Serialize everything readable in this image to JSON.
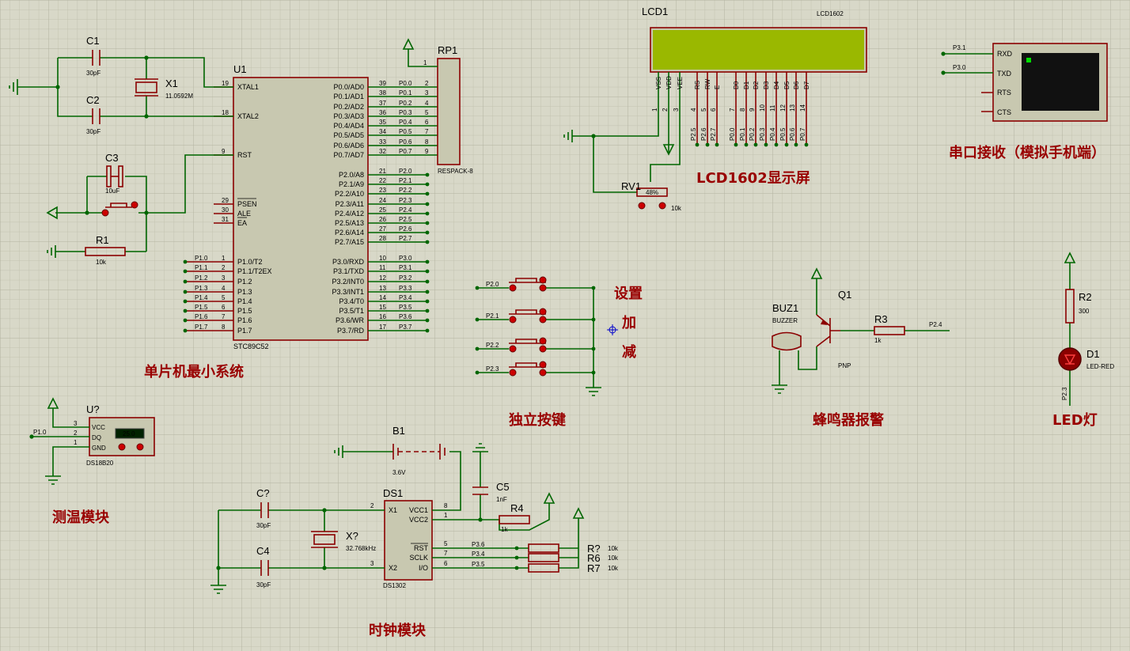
{
  "sections": {
    "mcu": "单片机最小系统",
    "lcd": "LCD1602显示屏",
    "serial": "串口接收（模拟手机端）",
    "keys": "独立按键",
    "buzzer": "蜂鸣器报警",
    "led": "LED灯",
    "temp": "测温模块",
    "clock": "时钟模块",
    "key_set": "设置",
    "key_add": "加",
    "key_sub": "减"
  },
  "u1": {
    "ref": "U1",
    "part": "STC89C52",
    "left_pins": [
      {
        "num": "19",
        "name": "XTAL1"
      },
      {
        "num": "18",
        "name": "XTAL2"
      },
      {
        "num": "9",
        "name": "RST"
      },
      {
        "num": "29",
        "name": "PSEN"
      },
      {
        "num": "30",
        "name": "ALE"
      },
      {
        "num": "31",
        "name": "EA"
      },
      {
        "num": "1",
        "name": "P1.0/T2",
        "net": "P1.0"
      },
      {
        "num": "2",
        "name": "P1.1/T2EX",
        "net": "P1.1"
      },
      {
        "num": "3",
        "name": "P1.2",
        "net": "P1.2"
      },
      {
        "num": "4",
        "name": "P1.3",
        "net": "P1.3"
      },
      {
        "num": "5",
        "name": "P1.4",
        "net": "P1.4"
      },
      {
        "num": "6",
        "name": "P1.5",
        "net": "P1.5"
      },
      {
        "num": "7",
        "name": "P1.6",
        "net": "P1.6"
      },
      {
        "num": "8",
        "name": "P1.7",
        "net": "P1.7"
      }
    ],
    "right_pins": [
      {
        "num": "39",
        "name": "P0.0/AD0",
        "net": "P0.0"
      },
      {
        "num": "38",
        "name": "P0.1/AD1",
        "net": "P0.1"
      },
      {
        "num": "37",
        "name": "P0.2/AD2",
        "net": "P0.2"
      },
      {
        "num": "36",
        "name": "P0.3/AD3",
        "net": "P0.3"
      },
      {
        "num": "35",
        "name": "P0.4/AD4",
        "net": "P0.4"
      },
      {
        "num": "34",
        "name": "P0.5/AD5",
        "net": "P0.5"
      },
      {
        "num": "33",
        "name": "P0.6/AD6",
        "net": "P0.6"
      },
      {
        "num": "32",
        "name": "P0.7/AD7",
        "net": "P0.7"
      },
      {
        "num": "21",
        "name": "P2.0/A8",
        "net": "P2.0"
      },
      {
        "num": "22",
        "name": "P2.1/A9",
        "net": "P2.1"
      },
      {
        "num": "23",
        "name": "P2.2/A10",
        "net": "P2.2"
      },
      {
        "num": "24",
        "name": "P2.3/A11",
        "net": "P2.3"
      },
      {
        "num": "25",
        "name": "P2.4/A12",
        "net": "P2.4"
      },
      {
        "num": "26",
        "name": "P2.5/A13",
        "net": "P2.5"
      },
      {
        "num": "27",
        "name": "P2.6/A14",
        "net": "P2.6"
      },
      {
        "num": "28",
        "name": "P2.7/A15",
        "net": "P2.7"
      },
      {
        "num": "10",
        "name": "P3.0/RXD",
        "net": "P3.0"
      },
      {
        "num": "11",
        "name": "P3.1/TXD",
        "net": "P3.1"
      },
      {
        "num": "12",
        "name": "P3.2/INT0",
        "net": "P3.2"
      },
      {
        "num": "13",
        "name": "P3.3/INT1",
        "net": "P3.3"
      },
      {
        "num": "14",
        "name": "P3.4/T0",
        "net": "P3.4"
      },
      {
        "num": "15",
        "name": "P3.5/T1",
        "net": "P3.5"
      },
      {
        "num": "16",
        "name": "P3.6/WR",
        "net": "P3.6"
      },
      {
        "num": "17",
        "name": "P3.7/RD",
        "net": "P3.7"
      }
    ]
  },
  "rp1": {
    "ref": "RP1",
    "part": "RESPACK-8",
    "pins": [
      "1",
      "2",
      "3",
      "4",
      "5",
      "6",
      "7",
      "8",
      "9"
    ]
  },
  "c1": {
    "ref": "C1",
    "value": "30pF"
  },
  "c2": {
    "ref": "C2",
    "value": "30pF"
  },
  "x1": {
    "ref": "X1",
    "value": "11.0592M"
  },
  "c3": {
    "ref": "C3",
    "value": "10uF"
  },
  "r1": {
    "ref": "R1",
    "value": "10k"
  },
  "lcd": {
    "ref": "LCD1",
    "part": "LCD1602",
    "pin_names": [
      "VSS",
      "VDD",
      "VEE",
      "RS",
      "RW",
      "E",
      "D0",
      "D1",
      "D2",
      "D3",
      "D4",
      "D5",
      "D6",
      "D7"
    ],
    "pin_nums": [
      "1",
      "2",
      "3",
      "4",
      "5",
      "6",
      "7",
      "8",
      "9",
      "10",
      "11",
      "12",
      "13",
      "14"
    ],
    "nets": [
      "P2.5",
      "P2.6",
      "P2.7",
      "P0.0",
      "P0.1",
      "P0.2",
      "P0.3",
      "P0.4",
      "P0.5",
      "P0.6",
      "P0.7"
    ]
  },
  "rv1": {
    "ref": "RV1",
    "value": "10k",
    "level": "48%"
  },
  "terminal": {
    "nets": [
      "P3.1",
      "P3.0"
    ],
    "pins": [
      "RXD",
      "TXD",
      "RTS",
      "CTS"
    ]
  },
  "keys": {
    "nets": [
      "P2.0",
      "P2.1",
      "P2.2",
      "P2.3"
    ]
  },
  "buzzer": {
    "ref": "BUZ1",
    "part": "BUZZER"
  },
  "q1": {
    "ref": "Q1",
    "part": "PNP"
  },
  "r3": {
    "ref": "R3",
    "value": "1k",
    "net": "P2.4"
  },
  "r2": {
    "ref": "R2",
    "value": "300"
  },
  "d1": {
    "ref": "D1",
    "part": "LED-RED",
    "net": "P2.3"
  },
  "ds18b20": {
    "ref": "U?",
    "part": "DS18B20",
    "pins": [
      "VCC",
      "DQ",
      "GND"
    ],
    "pin_nums": [
      "3",
      "2",
      "1"
    ],
    "reading": "25.0",
    "net": "P1.0"
  },
  "b1": {
    "ref": "B1",
    "value": "3.6V"
  },
  "c5": {
    "ref": "C5",
    "value": "1nF"
  },
  "r4": {
    "ref": "R4",
    "value": "1k"
  },
  "cq": {
    "ref": "C?",
    "value": "30pF"
  },
  "c4": {
    "ref": "C4",
    "value": "30pF"
  },
  "xq": {
    "ref": "X?",
    "value": "32.768kHz"
  },
  "ds1": {
    "ref": "DS1",
    "part": "DS1302",
    "left": [
      {
        "num": "2",
        "name": "X1"
      },
      {
        "num": "3",
        "name": "X2"
      }
    ],
    "right": [
      {
        "num": "8",
        "name": "VCC1"
      },
      {
        "num": "1",
        "name": "VCC2"
      },
      {
        "num": "5",
        "name": "RST"
      },
      {
        "num": "7",
        "name": "SCLK"
      },
      {
        "num": "6",
        "name": "I/O"
      }
    ],
    "nets": [
      "P3.6",
      "P3.4",
      "P3.5"
    ]
  },
  "pullups": [
    {
      "ref": "R?",
      "value": "10k"
    },
    {
      "ref": "R6",
      "value": "10k"
    },
    {
      "ref": "R7",
      "value": "10k"
    }
  ]
}
